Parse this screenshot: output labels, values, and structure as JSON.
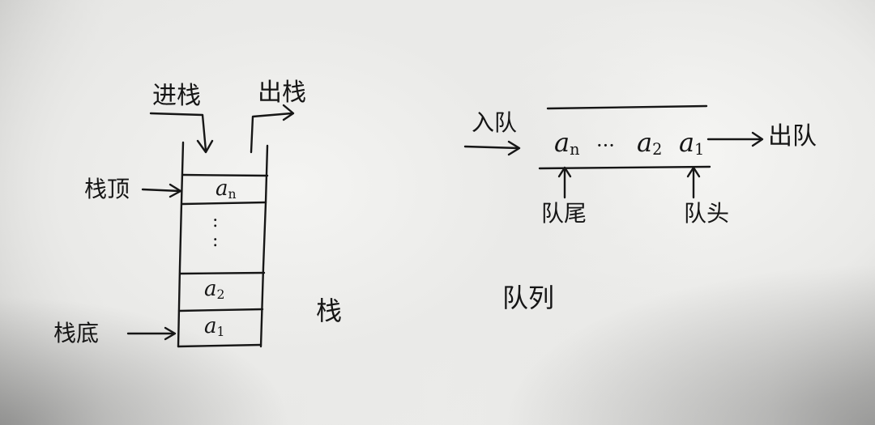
{
  "stack": {
    "push_label": "进栈",
    "pop_label": "出栈",
    "top_label": "栈顶",
    "bottom_label": "栈底",
    "caption": "栈",
    "cells": {
      "top": {
        "base": "a",
        "sub": "n"
      },
      "ellipsis": ":",
      "second": {
        "base": "a",
        "sub": "2"
      },
      "first": {
        "base": "a",
        "sub": "1"
      }
    }
  },
  "queue": {
    "enqueue_label": "入队",
    "dequeue_label": "出队",
    "rear_label": "队尾",
    "front_label": "队头",
    "caption": "队列",
    "items": {
      "rear": {
        "base": "a",
        "sub": "n"
      },
      "ellipsis": "···",
      "second": {
        "base": "a",
        "sub": "2"
      },
      "front": {
        "base": "a",
        "sub": "1"
      }
    }
  }
}
